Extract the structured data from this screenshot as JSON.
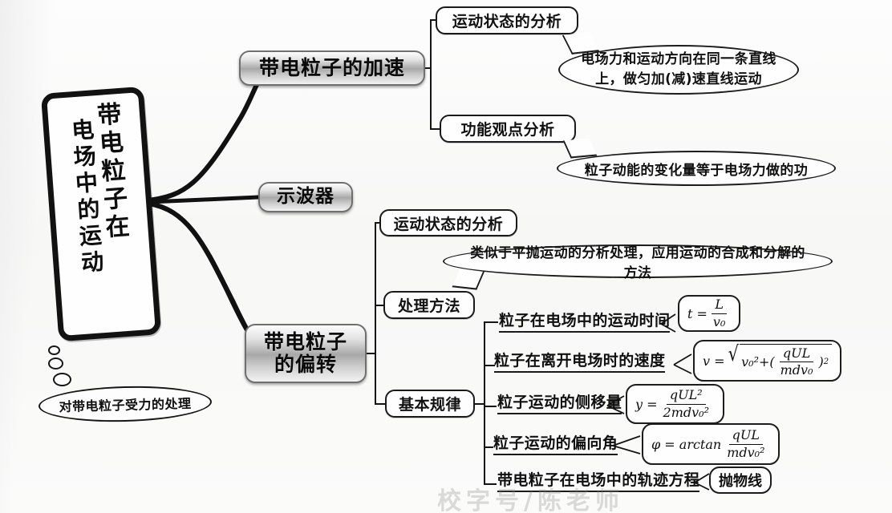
{
  "title": "带电粒子在电场中的运动 思维导图",
  "central": {
    "name": "central-topic",
    "column_right": "带电粒子在",
    "column_left": "电场中的运动"
  },
  "note": {
    "text": "对带电粒子受力的处理"
  },
  "watermark": {
    "text": "校字号/陈老师"
  },
  "branches": [
    {
      "id": "acceleration",
      "label": "带电粒子的加速",
      "children": [
        {
          "id": "motion-state-1",
          "label": "运动状态的分析",
          "callout": "电场力和运动方向在同一条直线上，做匀加(减)速直线运动"
        },
        {
          "id": "work-energy",
          "label": "功能观点分析",
          "callout": "粒子动能的变化量等于电场力做的功"
        }
      ]
    },
    {
      "id": "oscilloscope",
      "label": "示波器",
      "children": []
    },
    {
      "id": "deflection",
      "label": "带电粒子的偏转",
      "children": [
        {
          "id": "motion-state-2",
          "label": "运动状态的分析",
          "callout": ""
        },
        {
          "id": "method",
          "label": "处理方法",
          "callout": "类似于平抛运动的分析处理，应用运动的合成和分解的方法"
        },
        {
          "id": "basic-laws",
          "label": "基本规律",
          "items": [
            {
              "id": "time",
              "label": "粒子在电场中的运动时间",
              "formula": "t = L / v₀"
            },
            {
              "id": "speed",
              "label": "粒子在离开电场时的速度",
              "formula": "v = √( v₀² + ( qUL / mdv₀ )² )"
            },
            {
              "id": "shift",
              "label": "粒子运动的侧移量",
              "formula": "y = qUL² / ( 2mdv₀² )"
            },
            {
              "id": "angle",
              "label": "粒子运动的偏向角",
              "formula": "φ = arctan ( qUL / mdv₀² )"
            },
            {
              "id": "traj",
              "label": "带电粒子在电场中的轨迹方程",
              "formula": "抛物线"
            }
          ]
        }
      ]
    }
  ],
  "formula_parts": {
    "time": {
      "lhs": "t =",
      "num": "L",
      "den": "v₀"
    },
    "speed": {
      "lhs": "v =",
      "inner_lead": "v₀²+(",
      "num": "qUL",
      "den": "mdv₀",
      "close": ")",
      "exp": "2"
    },
    "shift": {
      "lhs": "y =",
      "num": "qUL²",
      "den": "2mdv₀²"
    },
    "angle": {
      "lhs": "φ = arctan",
      "num": "qUL",
      "den": "mdv₀²"
    },
    "traj": {
      "text": "抛物线"
    }
  },
  "colors": {
    "ink": "#111111",
    "node_grey_mid": "#a8a8a8",
    "paper": "#fbfbfa"
  }
}
